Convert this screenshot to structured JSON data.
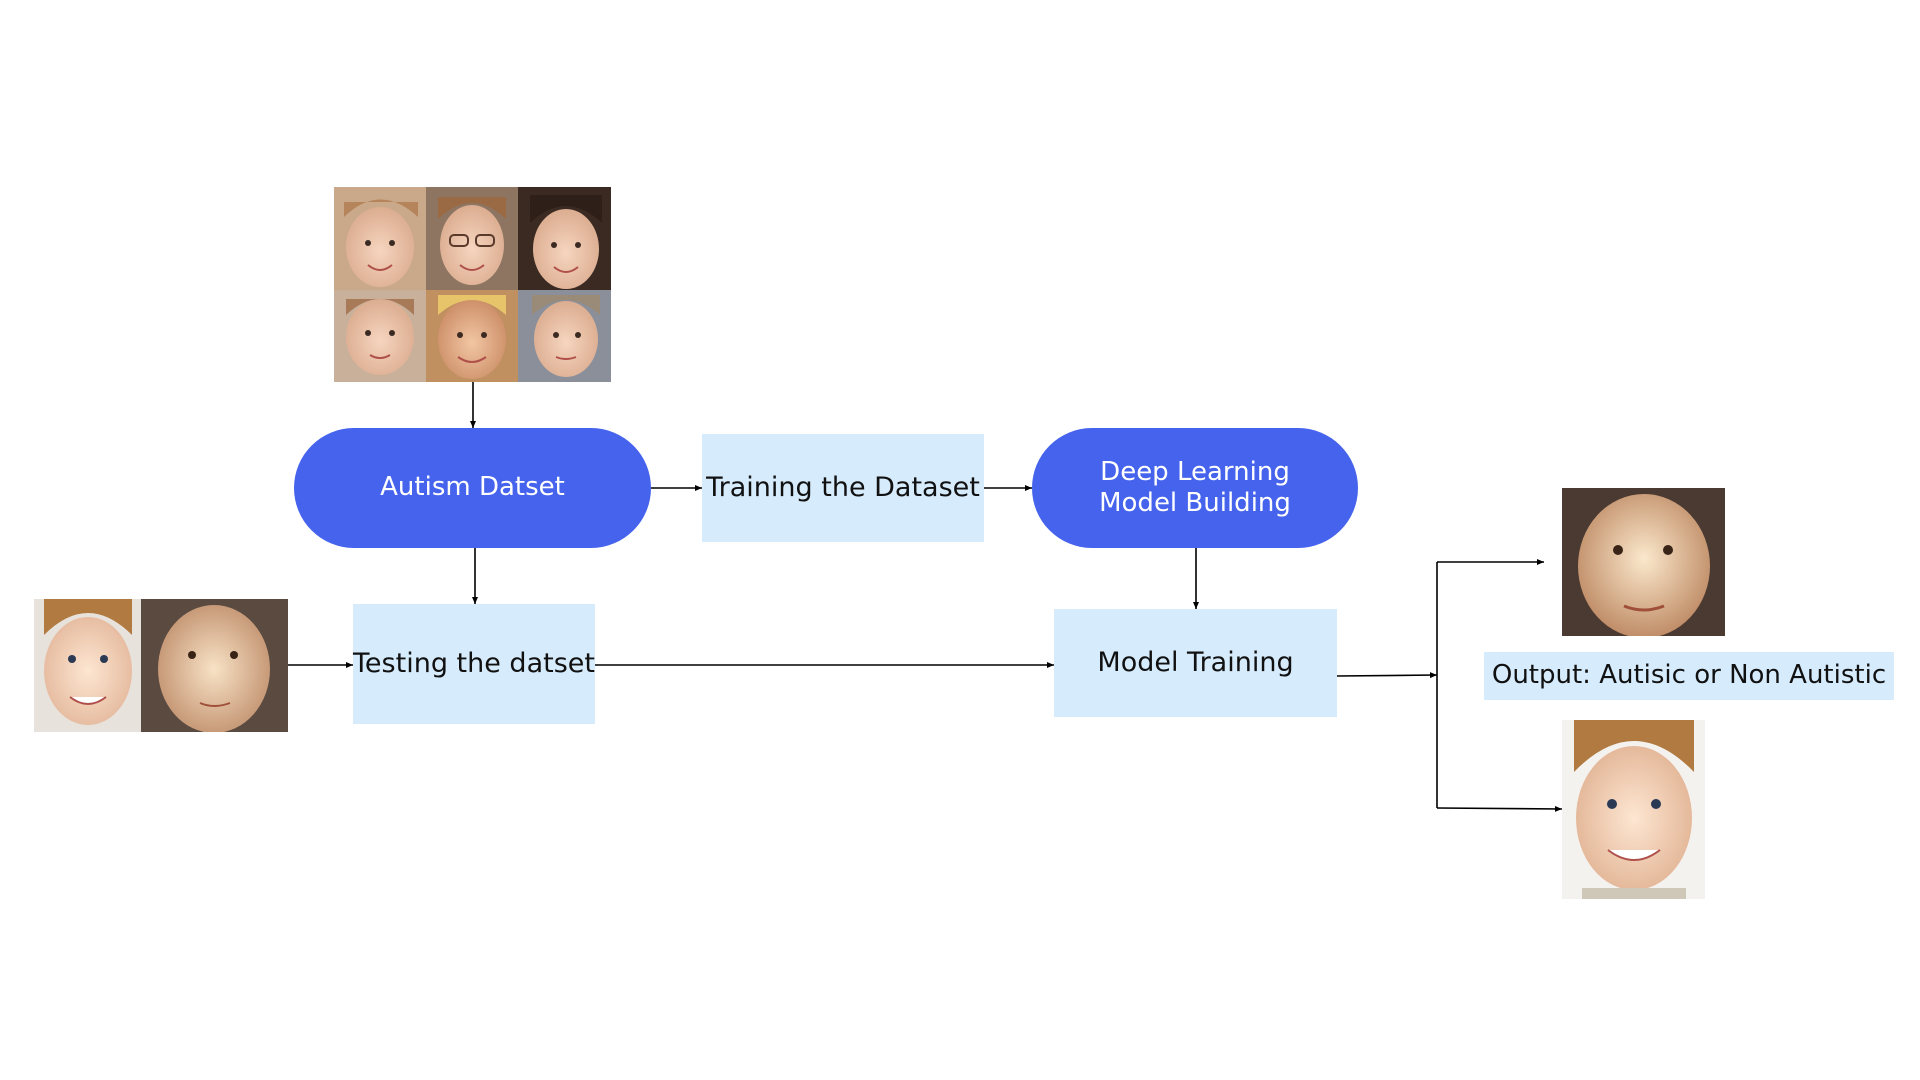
{
  "nodes": {
    "autism_dataset": "Autism Datset",
    "training": "Training the Dataset",
    "deep_learning": "Deep Learning Model Building",
    "testing": "Testing the datset",
    "model_training": "Model Training",
    "output": "Output: Autisic or Non Autistic"
  },
  "images": {
    "dataset_grid": "dataset-face-collage",
    "test_samples": "test-face-samples",
    "output_top": "output-face-autistic",
    "output_bottom": "output-face-non-autistic"
  },
  "colors": {
    "pill": "#4563ec",
    "box": "#d6ebfc",
    "arrow": "#000000"
  }
}
